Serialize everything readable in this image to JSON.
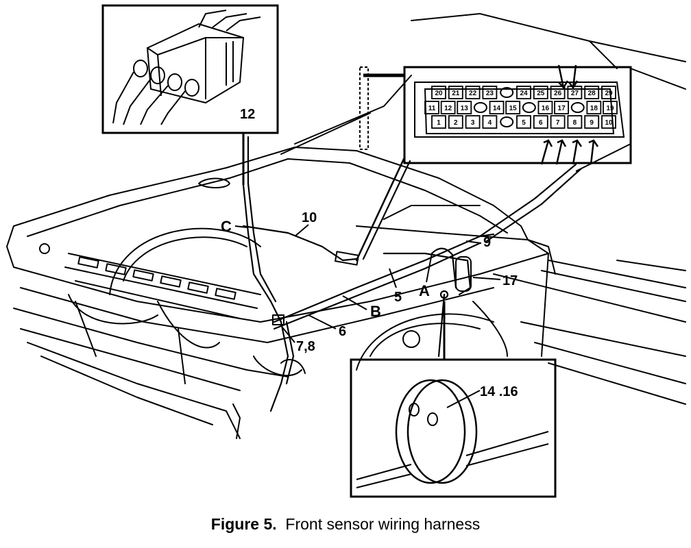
{
  "labels": {
    "connector_detail": "12",
    "grommet_detail": "14 .16",
    "C": "C",
    "ten": "10",
    "nine": "9",
    "five": "5",
    "A": "A",
    "seventeen": "17",
    "B": "B",
    "six": "6",
    "seven_eight": "7,8"
  },
  "connector_pins": {
    "row1": [
      "20",
      "21",
      "22",
      "23",
      "",
      "24",
      "25",
      "26",
      "27",
      "28",
      "29"
    ],
    "row2": [
      "11",
      "12",
      "13",
      "",
      "14",
      "15",
      "",
      "16",
      "17",
      "",
      "18",
      "19"
    ],
    "row3": [
      "1",
      "2",
      "3",
      "4",
      "",
      "5",
      "6",
      "7",
      "8",
      "9",
      "10"
    ]
  },
  "caption": {
    "figure": "Figure 5.",
    "title": "Front sensor wiring harness"
  }
}
